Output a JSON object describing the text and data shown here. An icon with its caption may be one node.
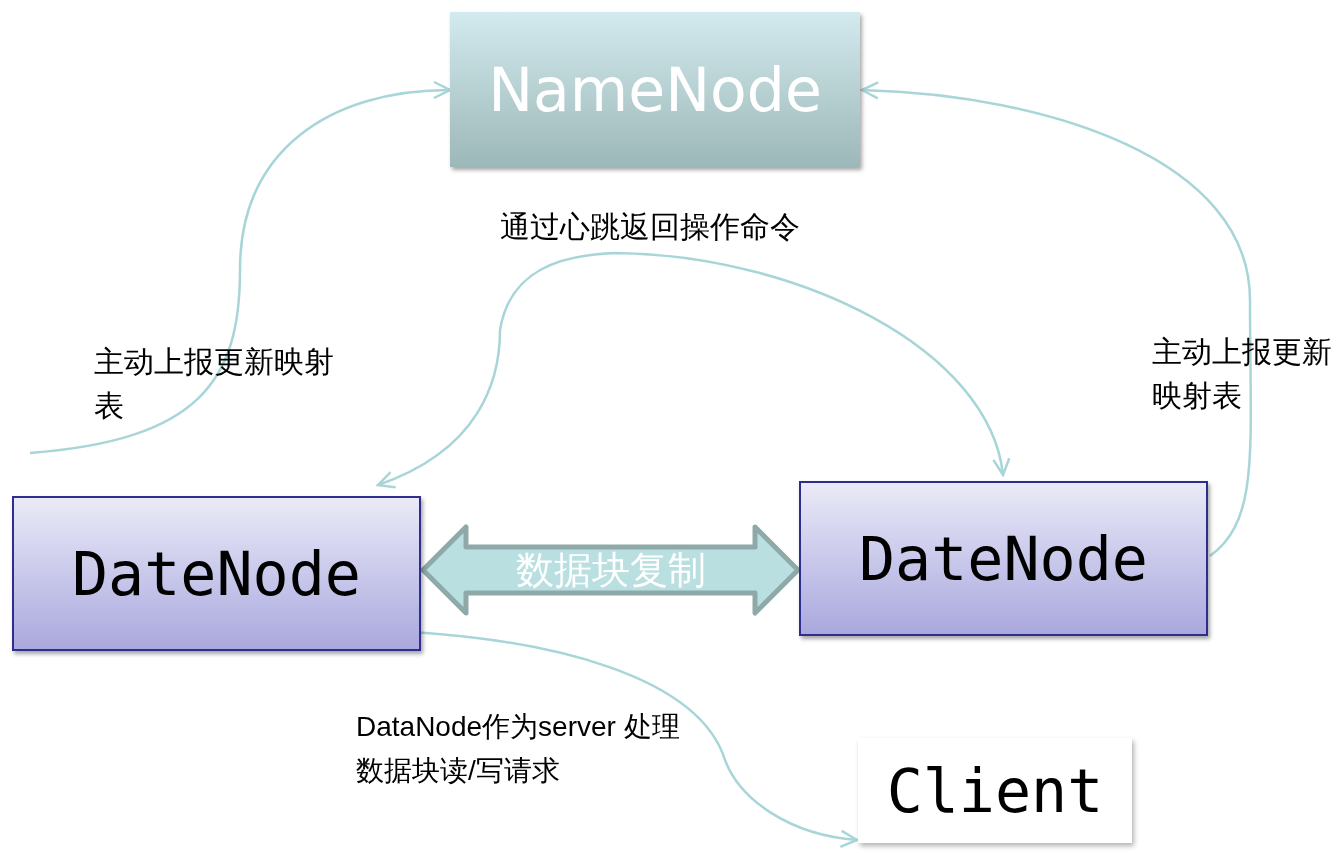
{
  "diagram": {
    "nodes": [
      {
        "text": [
          "NameNode"
        ]
      },
      {
        "text": [
          "DateNode"
        ]
      },
      {
        "text": [
          "DateNode"
        ]
      },
      {
        "text": [
          "Client"
        ]
      }
    ],
    "edges": [
      {
        "from": null,
        "to": 0,
        "arrow": "to",
        "label": "主动上报更新映射表"
      },
      {
        "from": 2,
        "to": 0,
        "arrow": "to",
        "label": "主动上报更新映射表"
      },
      {
        "from": 1,
        "to": 2,
        "arrow": "both",
        "label": "通过心跳返回操作命令"
      },
      {
        "from": 1,
        "to": 2,
        "arrow": "both",
        "label": "数据块复制",
        "style": "thick",
        "color": "#8fa9a9"
      },
      {
        "from": 3,
        "to": 1,
        "arrow": "both",
        "label": "DataNode作为server 处理数据块读/写请求"
      }
    ]
  }
}
